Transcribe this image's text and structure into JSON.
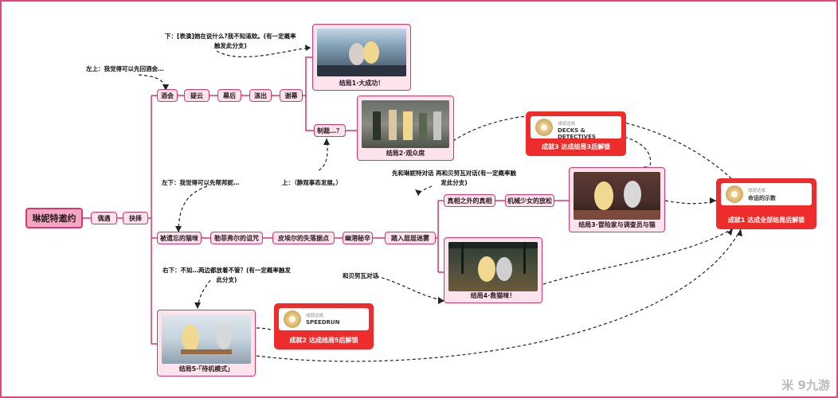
{
  "root": "琳妮特邀约",
  "nodes": {
    "ouyu": "偶遇",
    "jueze": "抉择",
    "jiuhui": "酒会",
    "yiyun": "疑云",
    "mubei": "幕后",
    "yanchu": "演出",
    "xiemu": "谢幕",
    "zhicai": "制裁…？",
    "maomi": "被遗忘的猫咪",
    "lefeier": "勒菲弗尔的诅咒",
    "piyongr": "皮埃尔的失落据点",
    "yougang": "幽港秘辛",
    "cengceng": "踏入层层迷雾",
    "zhenxiang": "真相之外的真相",
    "jixie": "机械少女的放松"
  },
  "notes": {
    "down1": "下：[表演]她在说什么?我不知道欸。(有一定概率",
    "down1b": "触发此分支)",
    "upleft": "左上：我觉得可以先回酒会…",
    "up": "上：（静观事态发展。）",
    "downleft": "左下：我觉得可以先帮邦妮…",
    "talk1": "先和琳妮特对话 再和贝努瓦对话(有一定概率触",
    "talk1b": "发此分支)",
    "downright": "右下：不如…两边都放着不管？(有一定概率触发",
    "downrightb": "此分支)",
    "talk2": "和贝努瓦对话"
  },
  "endings": {
    "e1": "结局1·大成功！",
    "e2": "结局2·观众席",
    "e3": "结局3·冒险家与调查员与猫",
    "e4": "结局4·救猫咪！",
    "e5": "结局5·「待机模式」"
  },
  "achievements": {
    "a1": {
      "small": "成就达成",
      "name": "命运的示数",
      "caption": "成就1 达成全部结局后解锁"
    },
    "a2": {
      "small": "成就达成",
      "name": "SPEEDRUN",
      "caption": "成就2 达成结局5后解锁"
    },
    "a3": {
      "small": "成就达成",
      "name": "DECKS & DETECTIVES",
      "caption": "成就3 达成结局3后解锁"
    }
  },
  "watermark": "米 9九游",
  "colors": {
    "accent": "#d9366e",
    "node_fill": "#fde3ec",
    "achievement": "#ef2c2c"
  }
}
